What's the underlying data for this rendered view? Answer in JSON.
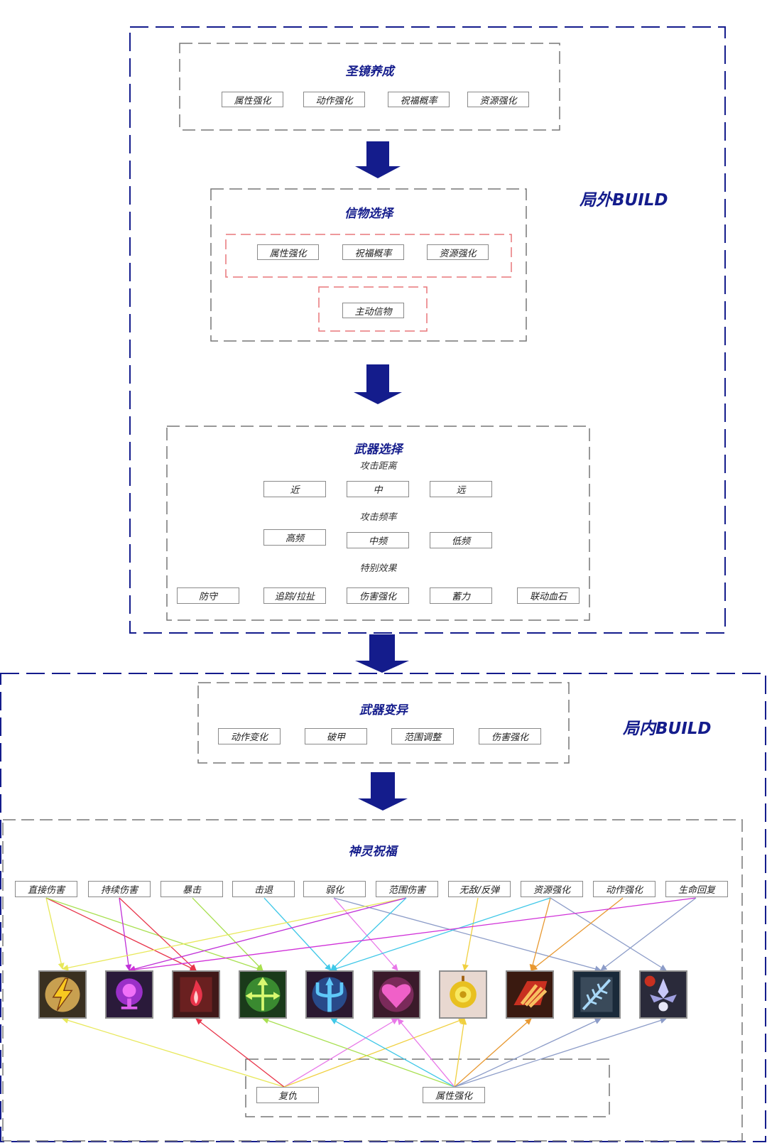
{
  "outer_build": {
    "label": "局外BUILD",
    "mirror": {
      "title": "圣镜养成",
      "tags": [
        "属性强化",
        "动作强化",
        "祝福概率",
        "资源强化"
      ]
    },
    "relic": {
      "title": "信物选择",
      "tags": [
        "属性强化",
        "祝福概率",
        "资源强化"
      ],
      "active": "主动信物"
    },
    "weapon": {
      "title": "武器选择",
      "range_label": "攻击距离",
      "range": [
        "近",
        "中",
        "远"
      ],
      "freq_label": "攻击频率",
      "freq": [
        "高频",
        "中频",
        "低频"
      ],
      "effect_label": "特别效果",
      "effects": [
        "防守",
        "追踪/拉扯",
        "伤害强化",
        "蓄力",
        "联动血石"
      ]
    }
  },
  "inner_build": {
    "label": "局内BUILD",
    "mutation": {
      "title": "武器变异",
      "tags": [
        "动作变化",
        "破甲",
        "范围调整",
        "伤害强化"
      ]
    },
    "blessing": {
      "title": "神灵祝福",
      "effects": [
        "直接伤害",
        "持续伤害",
        "暴击",
        "击退",
        "弱化",
        "范围伤害",
        "无敌/反弹",
        "资源强化",
        "动作强化",
        "生命回复"
      ],
      "gods": [
        {
          "icon": "lightning-god-icon"
        },
        {
          "icon": "goblet-god-icon"
        },
        {
          "icon": "flame-god-icon"
        },
        {
          "icon": "arrows-god-icon"
        },
        {
          "icon": "trident-god-icon"
        },
        {
          "icon": "heart-god-icon"
        },
        {
          "icon": "sun-god-icon"
        },
        {
          "icon": "wing-god-icon"
        },
        {
          "icon": "feather-god-icon"
        },
        {
          "icon": "lotus-god-icon"
        }
      ],
      "bottom_tags": [
        "复仇",
        "属性强化"
      ]
    }
  },
  "colors": {
    "primary": "#141c8c",
    "red_dash": "#e8777a",
    "links": [
      "#e8e85a",
      "#e8344a",
      "#c030d8",
      "#a8e050",
      "#40c8e8",
      "#e878e8",
      "#f0d040",
      "#e89830",
      "#8c9cc8",
      "#d030d8"
    ]
  }
}
